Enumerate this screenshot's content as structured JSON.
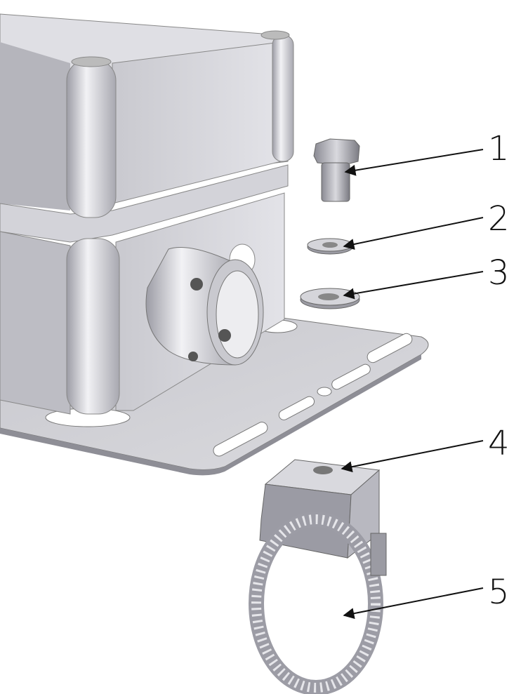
{
  "callouts": [
    {
      "number": "1",
      "part": "bolt"
    },
    {
      "number": "2",
      "part": "small-washer"
    },
    {
      "number": "3",
      "part": "large-washer"
    },
    {
      "number": "4",
      "part": "mounting-bracket"
    },
    {
      "number": "5",
      "part": "hose-clamp"
    }
  ],
  "colors": {
    "metal_light": "#e6e6ea",
    "metal_mid": "#b9b9c0",
    "metal_dark": "#7d7d86",
    "line": "#111111"
  }
}
